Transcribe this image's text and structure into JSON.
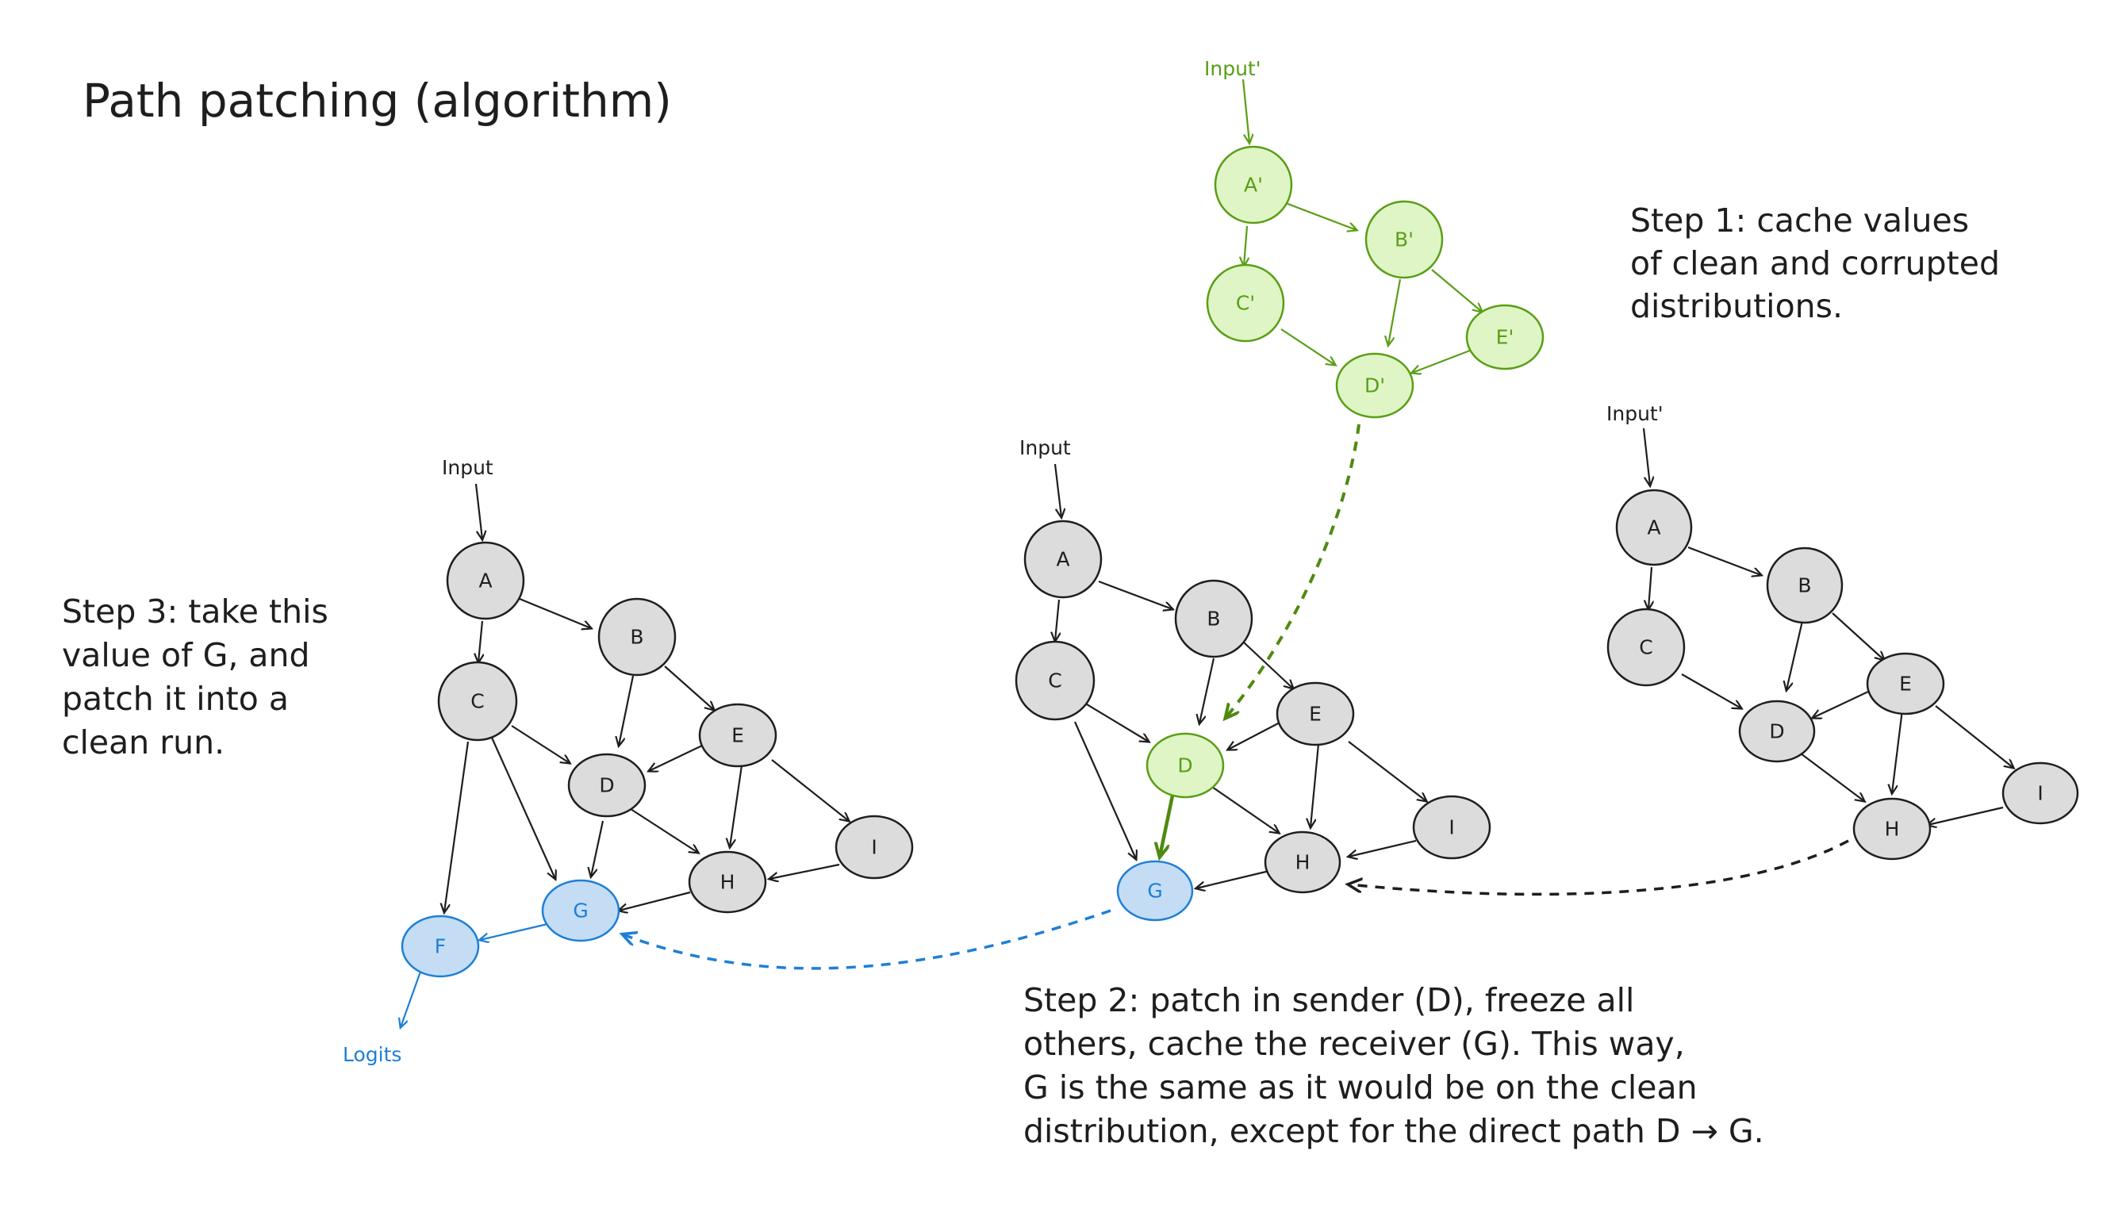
{
  "title": "Path patching (algorithm)",
  "colors": {
    "ink": "#1e1e1e",
    "gray_fill": "#dcdcdc",
    "green_stroke": "#5a9e16",
    "green_fill": "#dff5c6",
    "green_dashed": "#4f8a10",
    "blue_stroke": "#1e7fd6",
    "blue_fill": "#c4ddf5"
  },
  "steps": {
    "step1": [
      "Step 1: cache values",
      "of clean and corrupted",
      "distributions."
    ],
    "step2": [
      "Step 2: patch in sender (D), freeze all",
      "others, cache the receiver (G). This way,",
      "G is the same as it would be on the clean",
      "distribution, except for the direct path D → G."
    ],
    "step3": [
      "Step 3: take this",
      "value of G, and",
      "patch it into a",
      "clean run."
    ]
  },
  "graphs": {
    "corrupted_top": {
      "input_label": "Input'",
      "nodes": {
        "A": "A'",
        "B": "B'",
        "C": "C'",
        "D": "D'",
        "E": "E'"
      }
    },
    "corrupted_right": {
      "input_label": "Input'",
      "nodes": {
        "A": "A",
        "B": "B",
        "C": "C",
        "D": "D",
        "E": "E",
        "H": "H",
        "I": "I"
      }
    },
    "patched_middle": {
      "input_label": "Input",
      "nodes": {
        "A": "A",
        "B": "B",
        "C": "C",
        "D": "D",
        "E": "E",
        "G": "G",
        "H": "H",
        "I": "I"
      }
    },
    "clean_left": {
      "input_label": "Input",
      "output_label": "Logits",
      "nodes": {
        "A": "A",
        "B": "B",
        "C": "C",
        "D": "D",
        "E": "E",
        "F": "F",
        "G": "G",
        "H": "H",
        "I": "I"
      }
    }
  }
}
